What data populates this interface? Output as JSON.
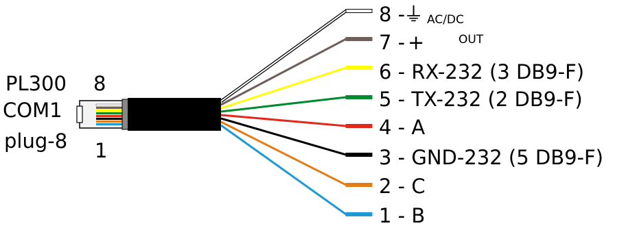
{
  "connector": {
    "name": "PL300",
    "port": "COM1",
    "plug": "plug-8",
    "pin_top": "8",
    "pin_bottom": "1"
  },
  "wires": [
    {
      "pin": "8",
      "label": "8 - ",
      "color": "#ffffff",
      "stroke": "#000000"
    },
    {
      "pin": "7",
      "label": "7 - ",
      "color": "#6e5f58",
      "stroke": "#6e5f58"
    },
    {
      "pin": "6",
      "label": "6 - RX-232 (3 DB9-F)",
      "color": "#ffff00",
      "stroke": "#ffff00"
    },
    {
      "pin": "5",
      "label": "5 - TX-232 (2 DB9-F)",
      "color": "#008a2e",
      "stroke": "#008a2e"
    },
    {
      "pin": "4",
      "label": "4 - A",
      "color": "#e12a1c",
      "stroke": "#e12a1c"
    },
    {
      "pin": "3",
      "label": "3 - GND-232 (5 DB9-F)",
      "color": "#000000",
      "stroke": "#000000"
    },
    {
      "pin": "2",
      "label": "2 - C",
      "color": "#e27d16",
      "stroke": "#e27d16"
    },
    {
      "pin": "1",
      "label": "1 - B",
      "color": "#1d9ad6",
      "stroke": "#1d9ad6"
    }
  ],
  "power": {
    "ground_symbol": "⏚",
    "plus_symbol": "+",
    "acdc": "AC/DC",
    "out": "OUT"
  }
}
